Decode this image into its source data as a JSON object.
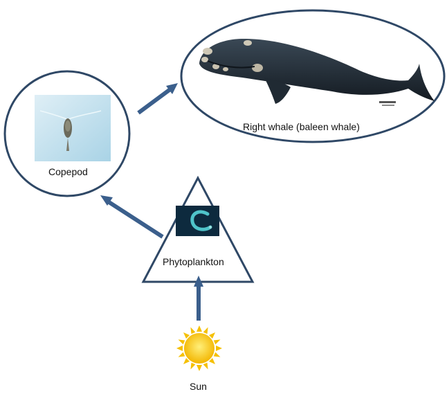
{
  "nodes": {
    "whale": {
      "label": "Right whale (baleen whale)"
    },
    "copepod": {
      "label": "Copepod"
    },
    "phyto": {
      "label": "Phytoplankton"
    },
    "sun": {
      "label": "Sun"
    }
  },
  "colors": {
    "outline": "#2f4866",
    "arrow": "#3b5f8c",
    "whale_body": "#1f2a33",
    "sun": "#f6c400"
  }
}
